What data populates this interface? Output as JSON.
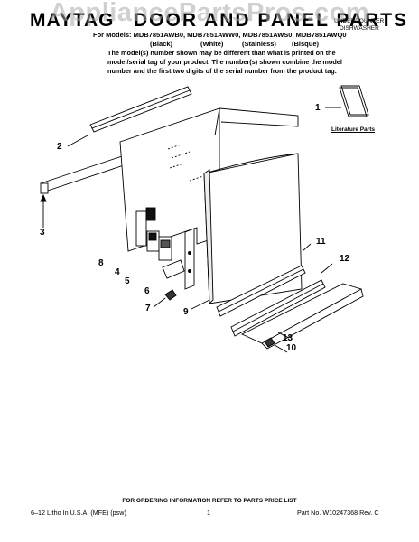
{
  "header": {
    "brand": "MAYTAG",
    "title": "DOOR AND PANEL PARTS",
    "product_line1": "UNDERCOUNTER",
    "product_line2": "DISHWASHER",
    "models": "For Models: MDB7851AWB0, MDB7851AWW0, MDB7851AWS0, MDB7851AWQ0",
    "colors": [
      "(Black)",
      "(White)",
      "(Stainless)",
      "(Bisque)"
    ],
    "note": "The model(s) number shown may be different than what is printed on the model/serial tag of your product. The number(s) shown combine the model number and the first two digits of the serial number from the product tag."
  },
  "watermark": "AppliancePartsPros.com",
  "diagram": {
    "literature_label": "Literature Parts",
    "callouts": [
      "1",
      "2",
      "3",
      "4",
      "5",
      "6",
      "7",
      "8",
      "9",
      "10",
      "11",
      "12",
      "13"
    ]
  },
  "footer": {
    "order_info": "FOR ORDERING INFORMATION REFER TO PARTS PRICE LIST",
    "left": "6–12  Litho In U.S.A. (MFE) (psw)",
    "page": "1",
    "part_no": "Part No. W10247368 Rev. C"
  }
}
